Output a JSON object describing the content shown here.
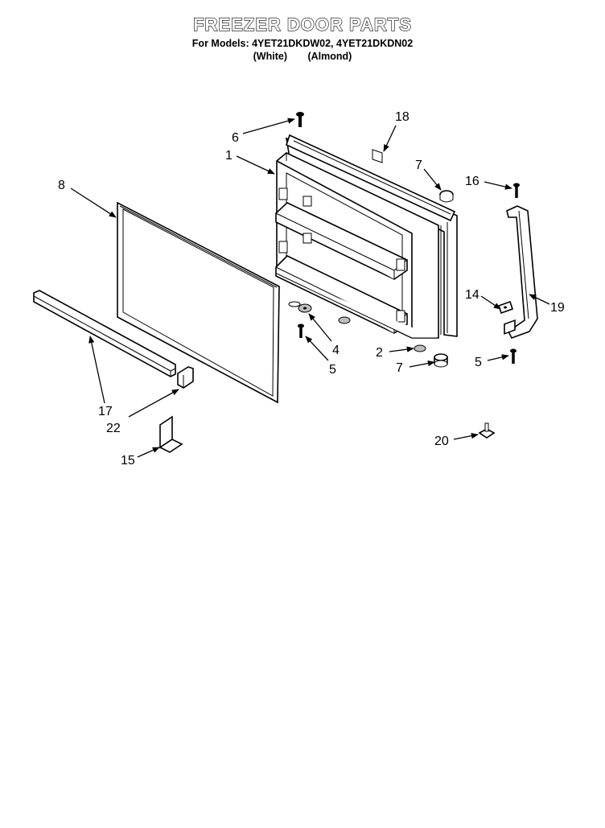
{
  "header": {
    "title": "FREEZER DOOR PARTS",
    "models_line": "For Models: 4YET21DKDW02, 4YET21DKDN02",
    "finish_white": "(White)",
    "finish_almond": "(Almond)"
  },
  "callouts": {
    "c1": "1",
    "c2": "2",
    "c4": "4",
    "c5a": "5",
    "c5b": "5",
    "c6": "6",
    "c7a": "7",
    "c7b": "7",
    "c8": "8",
    "c14": "14",
    "c15": "15",
    "c16": "16",
    "c17": "17",
    "c18": "18",
    "c19": "19",
    "c20": "20",
    "c22": "22"
  }
}
